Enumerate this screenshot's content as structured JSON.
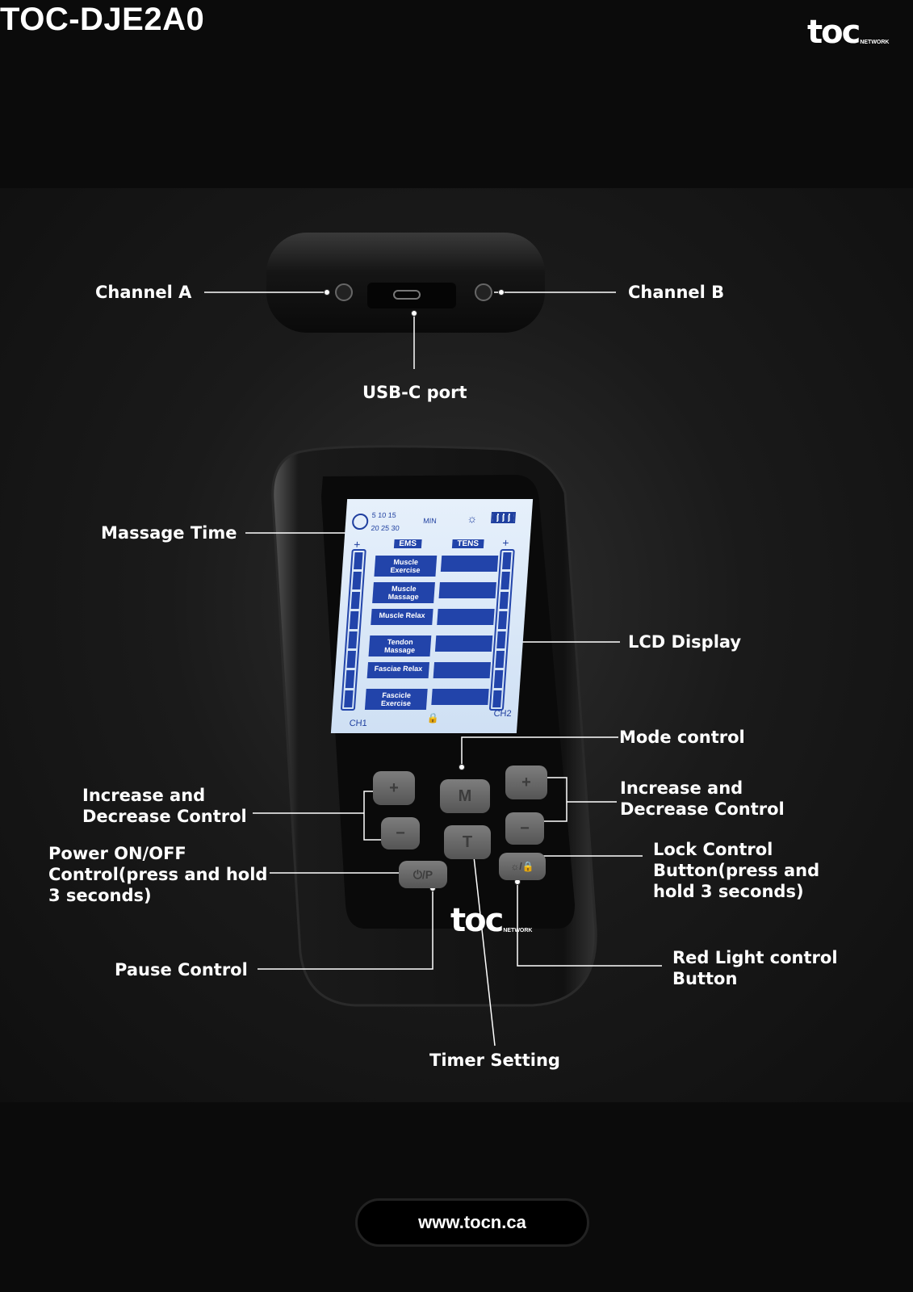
{
  "header": {
    "title": "TOC-DJE2A0",
    "logo_text": "toc",
    "logo_sub": "NETWORK"
  },
  "labels": {
    "channel_a": "Channel A",
    "channel_b": "Channel B",
    "usb_c": "USB-C port",
    "massage_time": "Massage Time",
    "lcd_display": "LCD Display",
    "mode_control": "Mode control",
    "inc_dec_left": [
      "Increase and",
      "Decrease Control"
    ],
    "inc_dec_right": [
      "Increase and",
      "Decrease Control"
    ],
    "power": [
      "Power ON/OFF",
      "Control(press and hold",
      "3 seconds)"
    ],
    "lock": [
      "Lock Control",
      "Button(press and",
      "hold 3 seconds)"
    ],
    "pause": "Pause Control",
    "red_light": [
      "Red Light control",
      "Button"
    ],
    "timer": "Timer Setting"
  },
  "lcd": {
    "times_row1": "5  10  15",
    "times_row2": "20  25  30",
    "min": "MIN",
    "ems": "EMS",
    "tens": "TENS",
    "ch1": "CH1",
    "ch2": "CH2",
    "plus": "+",
    "minus": "−",
    "modes": [
      "Muscle Exercise",
      "Muscle Massage",
      "Muscle Relax",
      "Tendon Massage",
      "Fasciae Relax",
      "Fascicle Exercise"
    ]
  },
  "buttons": {
    "plus": "+",
    "minus": "−",
    "mode": "M",
    "timer": "T",
    "power": "⏻/P",
    "light": "☼/🔒"
  },
  "device_logo": {
    "text": "toc",
    "sub": "NETWORK"
  },
  "footer": {
    "url": "www.tocn.ca"
  }
}
